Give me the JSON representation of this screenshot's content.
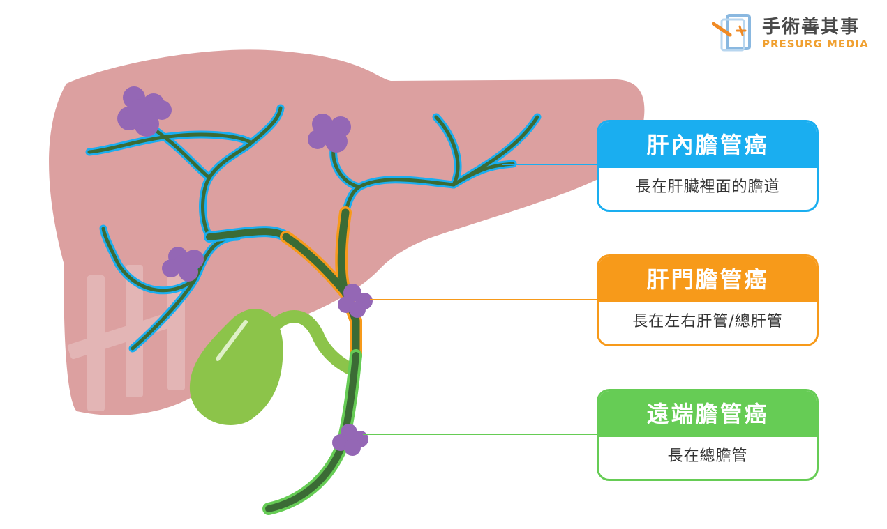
{
  "logo": {
    "chinese_name": "手術善其事",
    "english_name": "PRESURG MEDIA"
  },
  "labels": [
    {
      "title": "肝內膽管癌",
      "subtitle": "長在肝臟裡面的膽道",
      "color": "#1aaef0"
    },
    {
      "title": "肝門膽管癌",
      "subtitle": "長在左右肝管/總肝管",
      "color": "#f79a1a"
    },
    {
      "title": "遠端膽管癌",
      "subtitle": "長在總膽管",
      "color": "#66cc55"
    }
  ],
  "colors": {
    "liver": "#dca0a0",
    "duct": "#3b6b35",
    "tumor": "#9467b5",
    "gallbladder": "#8cc44a"
  }
}
